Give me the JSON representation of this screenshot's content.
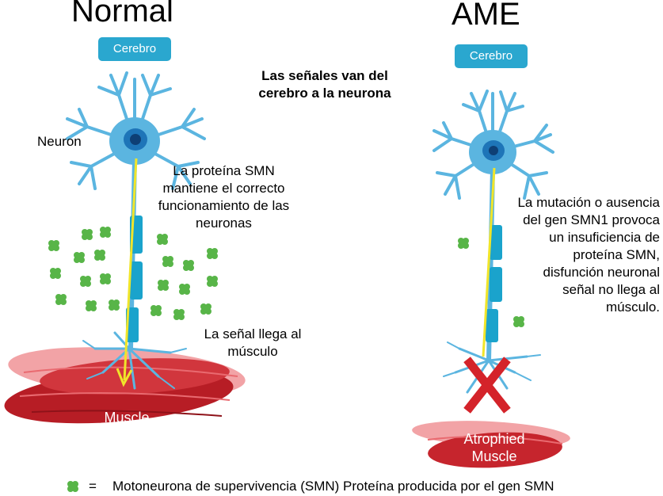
{
  "normal": {
    "title": "Normal",
    "brain_label": "Cerebro",
    "neuron_label": "Neuron",
    "smn_text": "La proteína SMN mantiene  el correcto funcionamiento  de las neuronas",
    "signal_text": "La señal llega al músculo",
    "muscle_label": "Muscle"
  },
  "center_note": "Las señales van del cerebro a la neurona",
  "ame": {
    "title": "AME",
    "brain_label": "Cerebro",
    "mutation_text": "La mutación o ausencia del gen SMN1 provoca un insuficiencia de proteína SMN, disfunción neuronal  señal no llega al músculo.",
    "muscle_label": "Atrophied Muscle"
  },
  "legend": {
    "equals": "=",
    "text": "Motoneurona de supervivencia (SMN)  Proteína producida por el gen SMN"
  },
  "colors": {
    "neuron": "#5bb5e0",
    "brain_badge": "#2aa7cf",
    "myelin": "#1aa3cc",
    "signal": "#f0e52a",
    "protein": "#58b548",
    "muscle": "#c6252d",
    "x_mark": "#d4232a"
  }
}
